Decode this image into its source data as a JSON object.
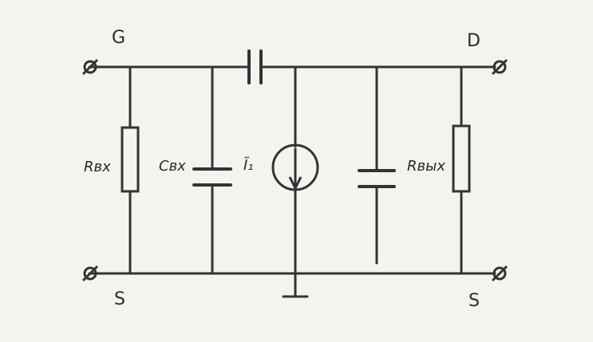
{
  "labels": {
    "gate": "G",
    "drain": "D",
    "source_left": "S",
    "source_right": "S",
    "r_in": "Rвх",
    "c_in": "Cвх",
    "current_source": "Ĩ₁",
    "r_out": "Rвых"
  },
  "colors": {
    "ink": "#333333",
    "paper": "#f4f3ef"
  }
}
